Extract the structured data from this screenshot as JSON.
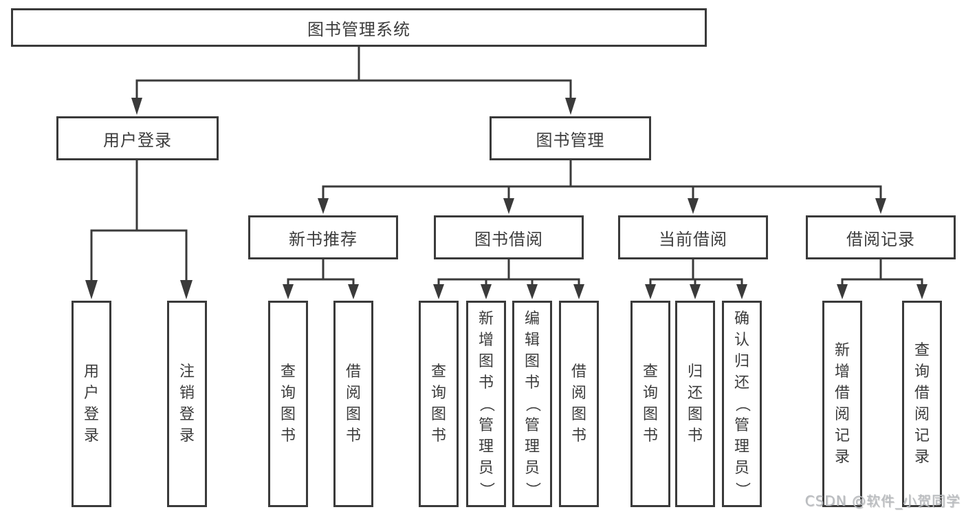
{
  "diagram": {
    "root": {
      "label": "图书管理系统"
    },
    "branches": [
      {
        "label": "用户登录",
        "children": [
          {
            "label": "用户登录"
          },
          {
            "label": "注销登录"
          }
        ]
      },
      {
        "label": "图书管理",
        "children": [
          {
            "label": "新书推荐",
            "children": [
              {
                "label": "查询图书"
              },
              {
                "label": "借阅图书"
              }
            ]
          },
          {
            "label": "图书借阅",
            "children": [
              {
                "label": "查询图书"
              },
              {
                "label": "新增图书（管理员）"
              },
              {
                "label": "编辑图书（管理员）"
              },
              {
                "label": "借阅图书"
              }
            ]
          },
          {
            "label": "当前借阅",
            "children": [
              {
                "label": "查询图书"
              },
              {
                "label": "归还图书"
              },
              {
                "label": "确认归还（管理员）"
              }
            ]
          },
          {
            "label": "借阅记录",
            "children": [
              {
                "label": "新增借阅记录"
              },
              {
                "label": "查询借阅记录"
              }
            ]
          }
        ]
      }
    ]
  },
  "watermark": {
    "text": "CSDN @软件_小贺同学"
  },
  "colors": {
    "line": "#3a3a3a",
    "border": "#3a3a3a",
    "text": "#3c3c3c",
    "watermark_text": "#b9bcc0",
    "background": "#ffffff"
  }
}
